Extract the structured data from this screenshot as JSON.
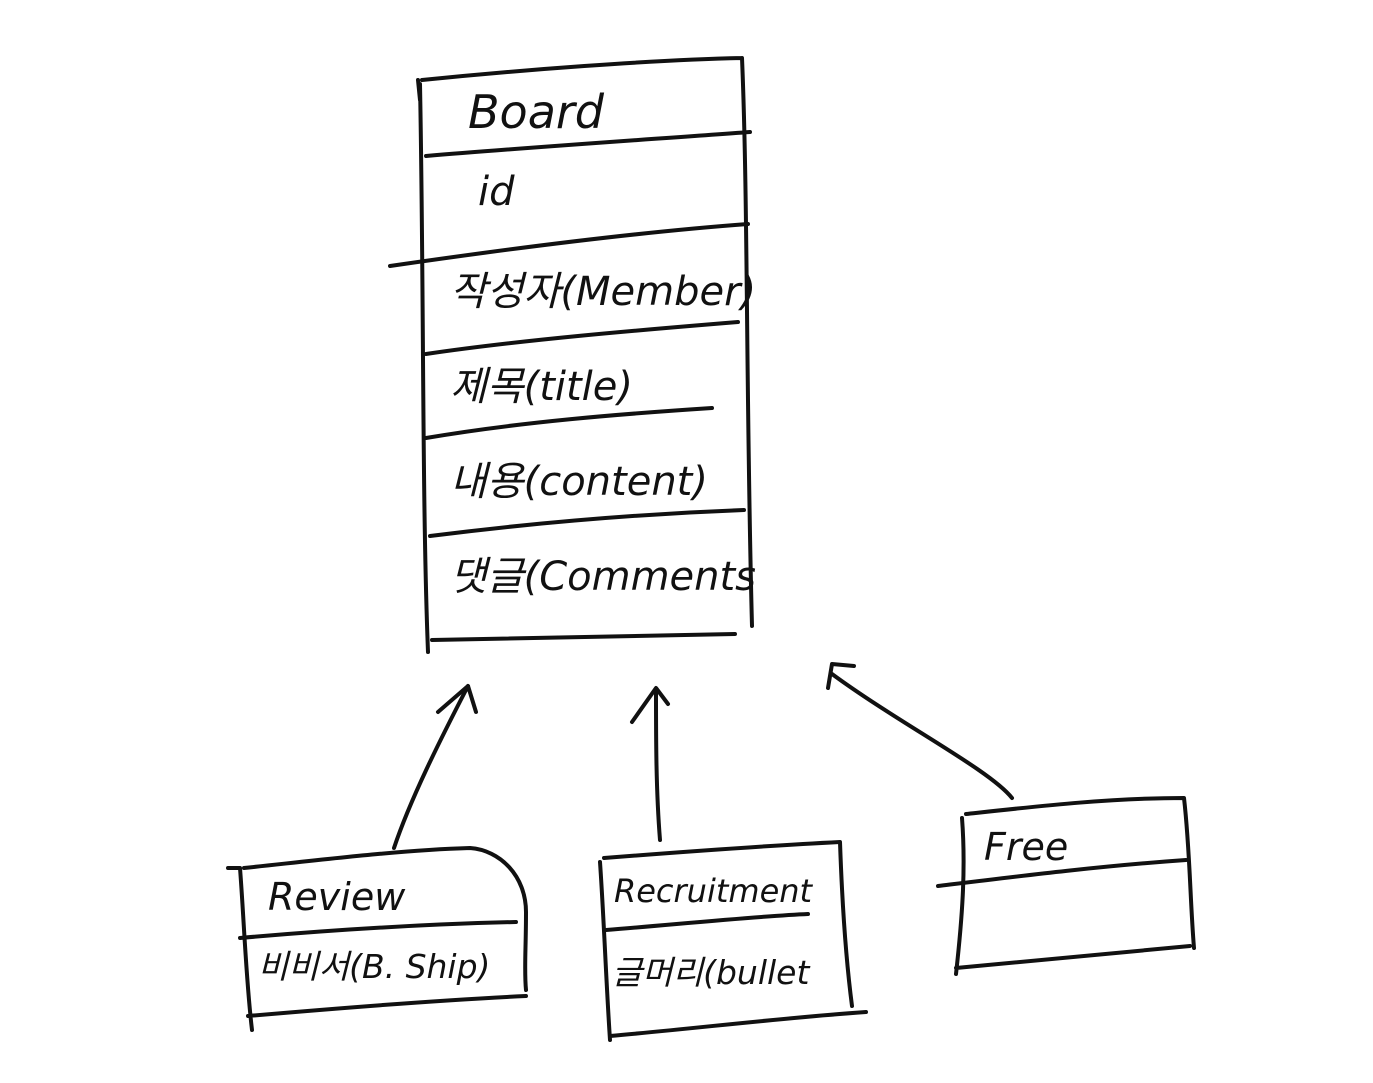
{
  "parent": {
    "title": "Board",
    "fields": [
      "id",
      "작성자(Member)",
      "제목(title)",
      "내용(content)",
      "댓글(Comments"
    ]
  },
  "children": [
    {
      "title": "Review",
      "field": "비비서(B. Ship)"
    },
    {
      "title": "Recruitment",
      "field": "글머리(bullet"
    },
    {
      "title": "Free",
      "field": ""
    }
  ],
  "colors": {
    "ink": "#111111",
    "background": "#ffffff"
  },
  "icons": [
    "arrow-up-icon"
  ]
}
